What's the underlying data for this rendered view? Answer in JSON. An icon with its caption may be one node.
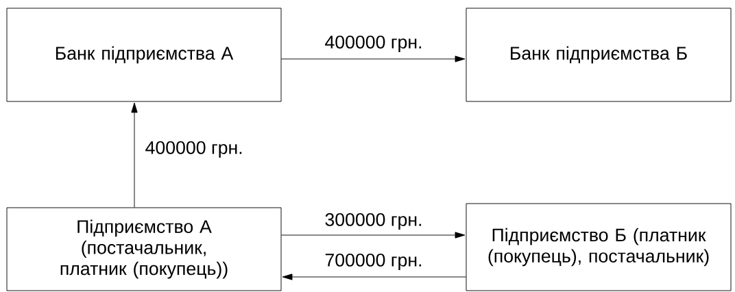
{
  "diagram": {
    "nodes": [
      {
        "text": [
          "Банк підприємства А"
        ]
      },
      {
        "text": [
          "Банк підприємства Б"
        ]
      },
      {
        "text": [
          "Підприємство А (постачальник, платник (покупець))"
        ]
      },
      {
        "text": [
          "Підприємство Б (платник (покупець), постачальник)"
        ]
      }
    ],
    "edges": [
      {
        "from": 0,
        "to": 1,
        "arrow": "to",
        "label": "400000 грн."
      },
      {
        "from": 2,
        "to": 0,
        "arrow": "to",
        "label": "400000 грн."
      },
      {
        "from": 2,
        "to": 3,
        "arrow": "to",
        "label": "300000 грн."
      },
      {
        "from": 3,
        "to": 2,
        "arrow": "to",
        "label": "700000 грн."
      }
    ]
  }
}
